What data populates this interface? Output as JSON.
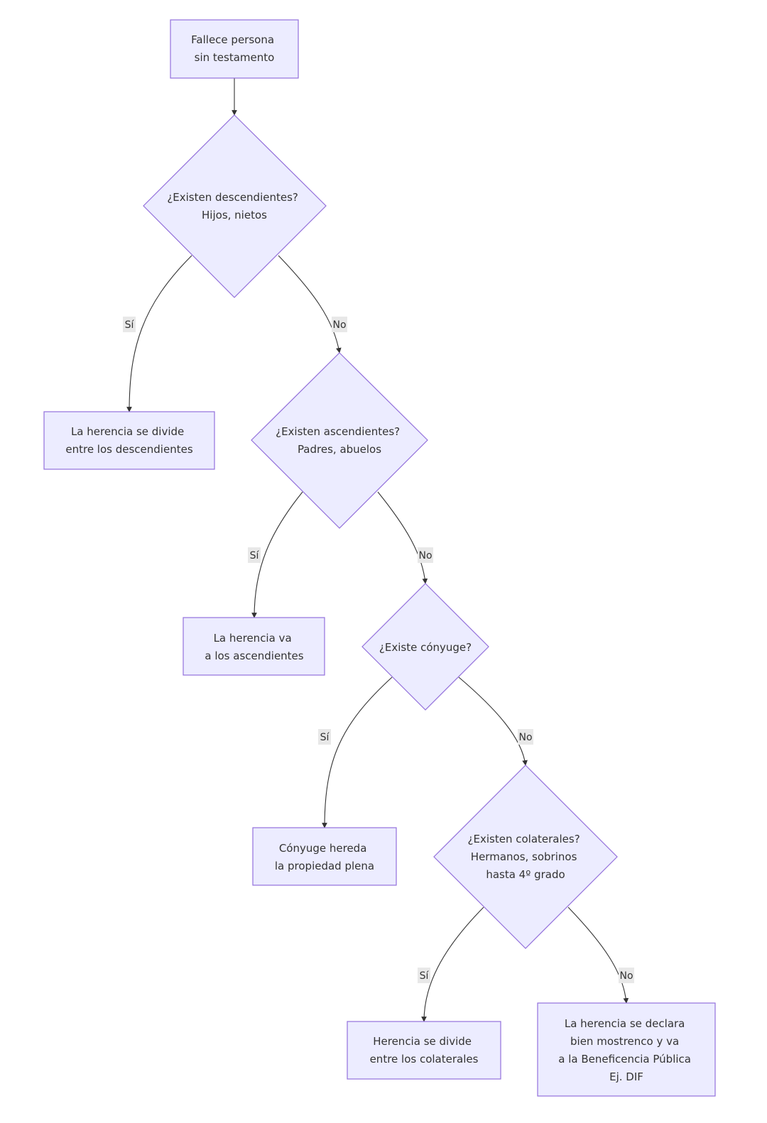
{
  "nodes": {
    "start": {
      "lines": [
        "Fallece persona",
        "sin testamento"
      ]
    },
    "q_desc": {
      "lines": [
        "¿Existen descendientes?",
        "Hijos, nietos"
      ]
    },
    "r_desc": {
      "lines": [
        "La herencia se divide",
        "entre los descendientes"
      ]
    },
    "q_asc": {
      "lines": [
        "¿Existen ascendientes?",
        "Padres, abuelos"
      ]
    },
    "r_asc": {
      "lines": [
        "La herencia va",
        "a los ascendientes"
      ]
    },
    "q_conyuge": {
      "lines": [
        "¿Existe cónyuge?"
      ]
    },
    "r_conyuge": {
      "lines": [
        "Cónyuge hereda",
        "la propiedad plena"
      ]
    },
    "q_col": {
      "lines": [
        "¿Existen colaterales?",
        "Hermanos, sobrinos",
        "hasta 4º grado"
      ]
    },
    "r_col": {
      "lines": [
        "Herencia se divide",
        "entre los colaterales"
      ]
    },
    "r_mostrenco": {
      "lines": [
        "La herencia se declara",
        "bien mostrenco y va",
        "a la Beneficencia Pública",
        "Ej. DIF"
      ]
    }
  },
  "edges": {
    "e1": {
      "from": "start",
      "to": "q_desc",
      "label": ""
    },
    "e2": {
      "from": "q_desc",
      "to": "r_desc",
      "label": "Sí"
    },
    "e3": {
      "from": "q_desc",
      "to": "q_asc",
      "label": "No"
    },
    "e4": {
      "from": "q_asc",
      "to": "r_asc",
      "label": "Sí"
    },
    "e5": {
      "from": "q_asc",
      "to": "q_conyuge",
      "label": "No"
    },
    "e6": {
      "from": "q_conyuge",
      "to": "r_conyuge",
      "label": "Sí"
    },
    "e7": {
      "from": "q_conyuge",
      "to": "q_col",
      "label": "No"
    },
    "e8": {
      "from": "q_col",
      "to": "r_col",
      "label": "Sí"
    },
    "e9": {
      "from": "q_col",
      "to": "r_mostrenco",
      "label": "No"
    }
  }
}
